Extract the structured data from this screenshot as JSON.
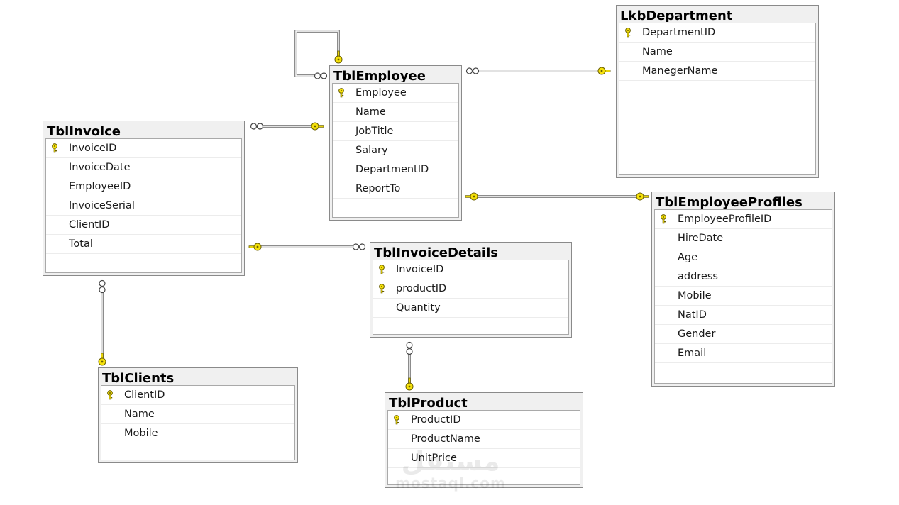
{
  "tables": [
    {
      "id": "employee",
      "title": "TblEmployee",
      "columns": [
        {
          "name": "Employee",
          "pk": true
        },
        {
          "name": "Name"
        },
        {
          "name": "JobTitle"
        },
        {
          "name": "Salary"
        },
        {
          "name": "DepartmentID"
        },
        {
          "name": "ReportTo"
        }
      ]
    },
    {
      "id": "department",
      "title": "LkbDepartment",
      "columns": [
        {
          "name": "DepartmentID",
          "pk": true
        },
        {
          "name": "Name"
        },
        {
          "name": "ManegerName"
        }
      ]
    },
    {
      "id": "invoice",
      "title": "TblInvoice",
      "columns": [
        {
          "name": "InvoiceID",
          "pk": true
        },
        {
          "name": "InvoiceDate"
        },
        {
          "name": "EmployeeID"
        },
        {
          "name": "InvoiceSerial"
        },
        {
          "name": "ClientID"
        },
        {
          "name": "Total"
        }
      ]
    },
    {
      "id": "profiles",
      "title": "TblEmployeeProfiles",
      "columns": [
        {
          "name": "EmployeeProfileID",
          "pk": true
        },
        {
          "name": "HireDate"
        },
        {
          "name": "Age"
        },
        {
          "name": "address"
        },
        {
          "name": "Mobile"
        },
        {
          "name": "NatID"
        },
        {
          "name": "Gender"
        },
        {
          "name": "Email"
        }
      ]
    },
    {
      "id": "invoiceDetails",
      "title": "TblInvoiceDetails",
      "columns": [
        {
          "name": "InvoiceID",
          "pk": true
        },
        {
          "name": "productID",
          "pk": true
        },
        {
          "name": "Quantity"
        }
      ]
    },
    {
      "id": "clients",
      "title": "TblClients",
      "columns": [
        {
          "name": "ClientID",
          "pk": true
        },
        {
          "name": "Name"
        },
        {
          "name": "Mobile"
        }
      ]
    },
    {
      "id": "product",
      "title": "TblProduct",
      "columns": [
        {
          "name": "ProductID",
          "pk": true
        },
        {
          "name": "ProductName"
        },
        {
          "name": "UnitPrice"
        }
      ]
    }
  ],
  "relationships": [
    {
      "name": "employee-self-report",
      "from": "employee",
      "to": "employee",
      "from_end": "many",
      "to_end": "one"
    },
    {
      "name": "employee-department",
      "from": "employee",
      "to": "department",
      "from_end": "many",
      "to_end": "one"
    },
    {
      "name": "invoice-employee",
      "from": "invoice",
      "to": "employee",
      "from_end": "many",
      "to_end": "one"
    },
    {
      "name": "employee-profiles",
      "from": "employee",
      "to": "profiles",
      "from_end": "one",
      "to_end": "one"
    },
    {
      "name": "invoice-invoicedetails",
      "from": "invoice",
      "to": "invoiceDetails",
      "from_end": "one",
      "to_end": "many"
    },
    {
      "name": "invoice-clients",
      "from": "invoice",
      "to": "clients",
      "from_end": "many",
      "to_end": "one"
    },
    {
      "name": "invoicedetails-product",
      "from": "invoiceDetails",
      "to": "product",
      "from_end": "many",
      "to_end": "one"
    }
  ],
  "watermark": {
    "arabic": "مستقل",
    "latin": "mostaql.com"
  },
  "colors": {
    "key": "#f5e10a",
    "key_outline": "#6b6000",
    "line": "#8c8c8c",
    "header_bg": "#f0f0f0"
  },
  "icons": {
    "primary_key": "key-icon",
    "many_end": "infinity-icon",
    "one_end": "key-icon"
  }
}
